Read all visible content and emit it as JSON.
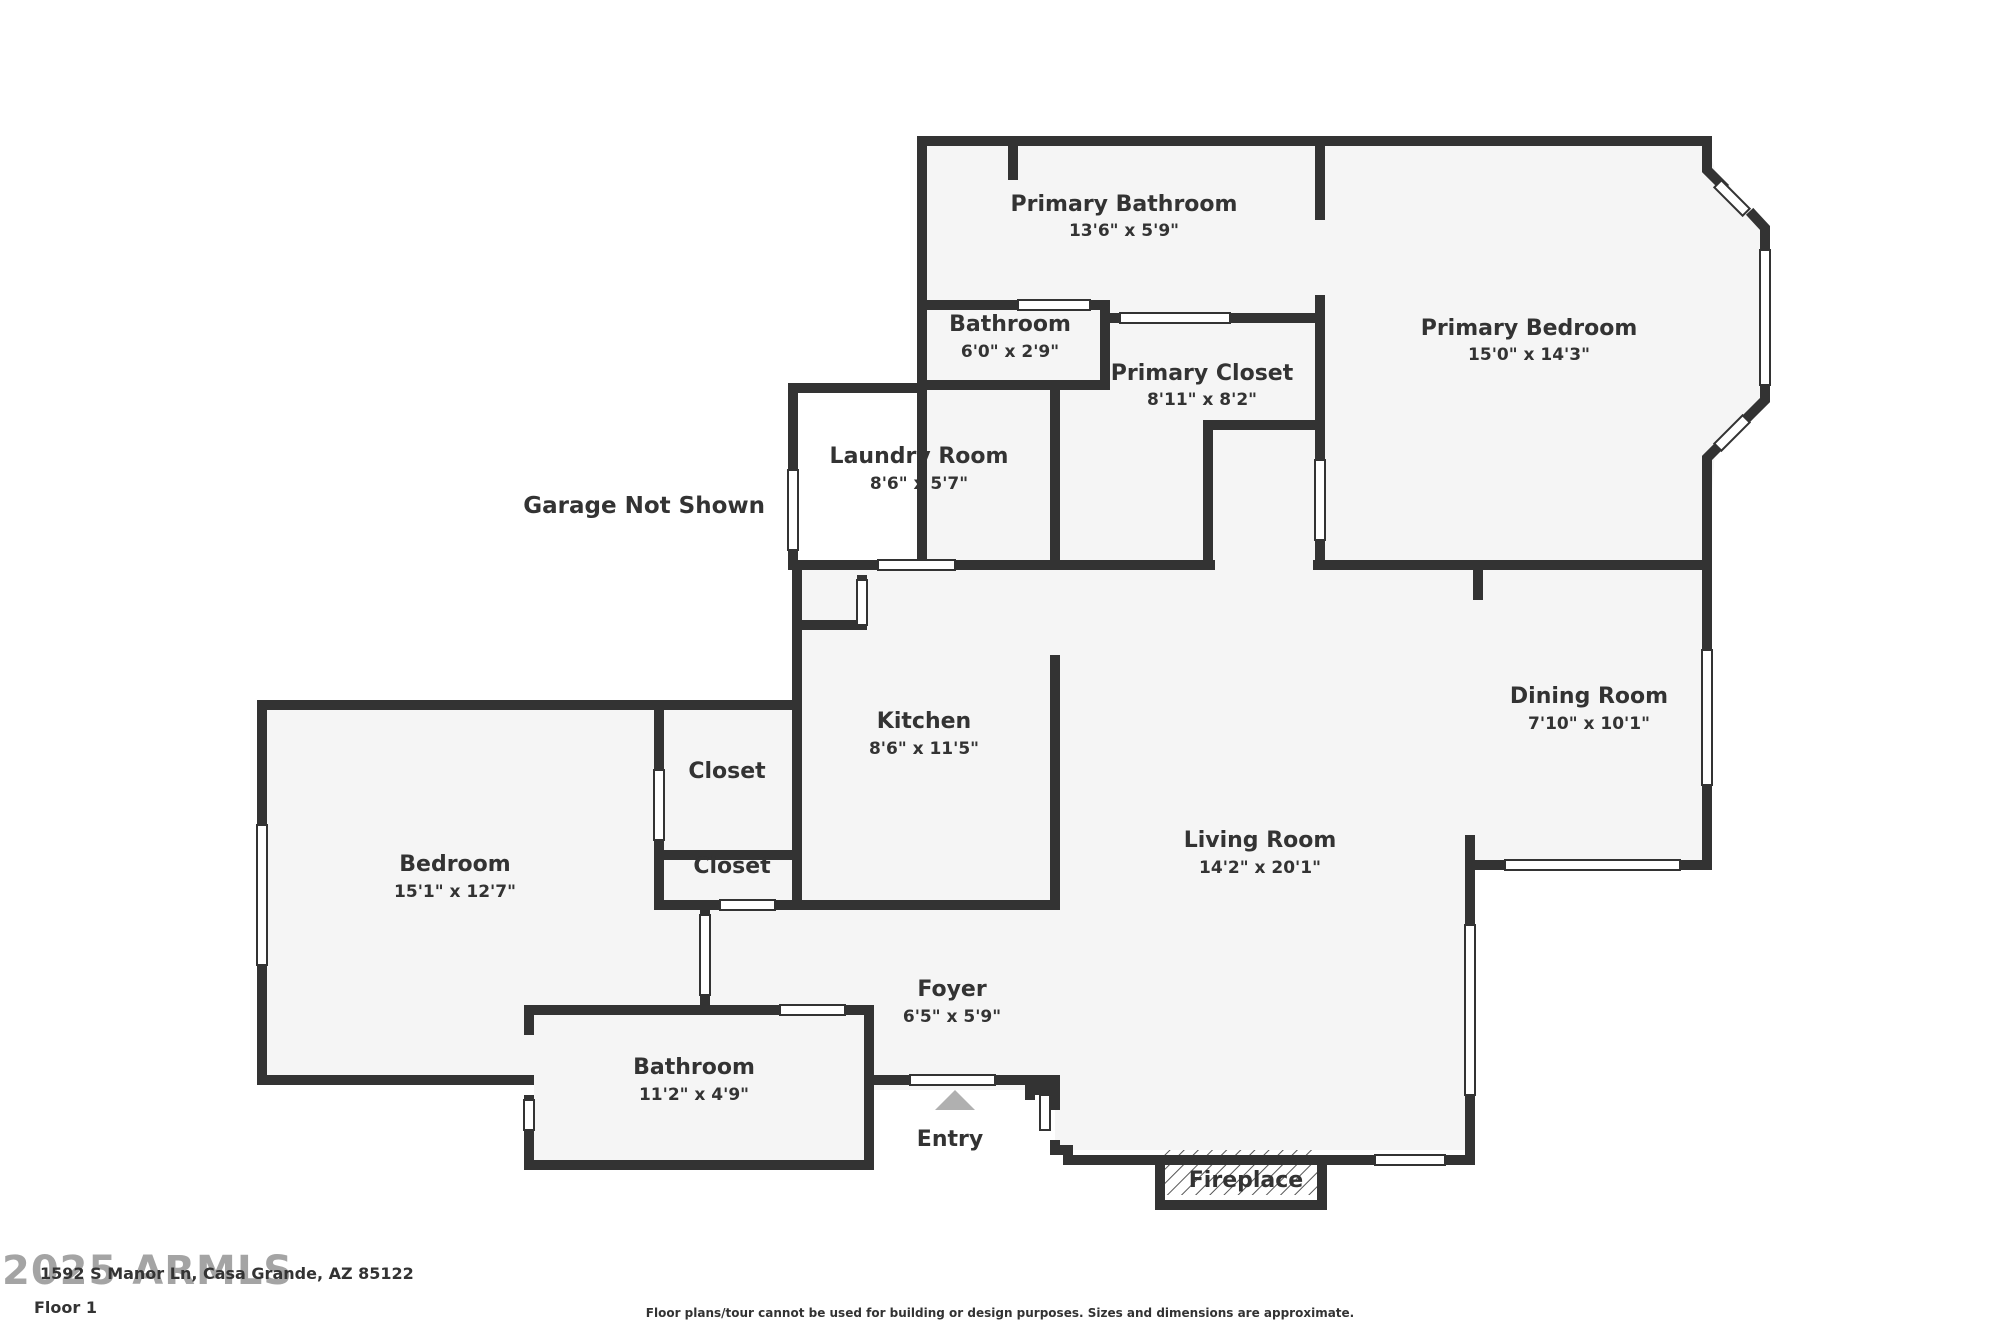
{
  "rooms": [
    {
      "id": "primary-bathroom",
      "name": "Primary Bathroom",
      "dims": "13'6\" x 5'9\""
    },
    {
      "id": "primary-bedroom",
      "name": "Primary Bedroom",
      "dims": "15'0\" x 14'3\""
    },
    {
      "id": "bathroom-small",
      "name": "Bathroom",
      "dims": "6'0\" x 2'9\""
    },
    {
      "id": "primary-closet",
      "name": "Primary Closet",
      "dims": "8'11\" x 8'2\""
    },
    {
      "id": "laundry-room",
      "name": "Laundry Room",
      "dims": "8'6\" x 5'7\""
    },
    {
      "id": "kitchen",
      "name": "Kitchen",
      "dims": "8'6\" x 11'5\""
    },
    {
      "id": "dining-room",
      "name": "Dining Room",
      "dims": "7'10\" x 10'1\""
    },
    {
      "id": "living-room",
      "name": "Living Room",
      "dims": "14'2\" x 20'1\""
    },
    {
      "id": "bedroom",
      "name": "Bedroom",
      "dims": "15'1\" x 12'7\""
    },
    {
      "id": "closet-upper",
      "name": "Closet",
      "dims": ""
    },
    {
      "id": "closet-lower",
      "name": "Closet",
      "dims": ""
    },
    {
      "id": "foyer",
      "name": "Foyer",
      "dims": "6'5\" x 5'9\""
    },
    {
      "id": "bathroom-lower",
      "name": "Bathroom",
      "dims": "11'2\" x 4'9\""
    }
  ],
  "labels": {
    "garage": "Garage Not Shown",
    "entry": "Entry",
    "fireplace": "Fireplace"
  },
  "footer": {
    "address": "1592 S Manor Ln, Casa Grande, AZ 85122",
    "floor": "Floor 1",
    "disclaimer": "Floor plans/tour cannot be used for building or design purposes. Sizes and dimensions are approximate.",
    "watermark": "2025 ARMLS"
  },
  "colors": {
    "wall": "#333333",
    "floor": "#f5f5f5",
    "window": "#ffffff"
  }
}
